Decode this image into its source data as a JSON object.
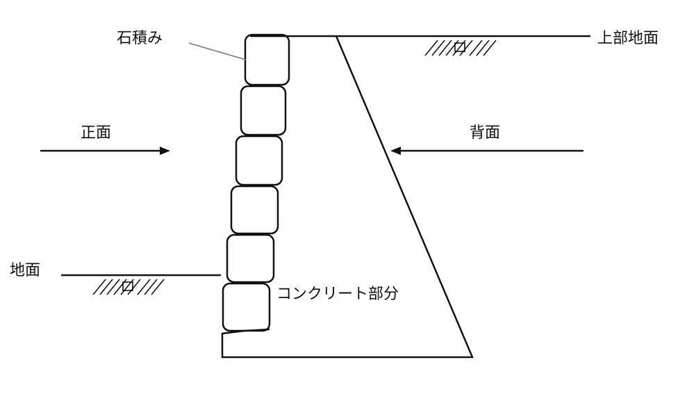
{
  "labels": {
    "stone_masonry": "石積み",
    "upper_ground": "上部地面",
    "front": "正面",
    "back": "背面",
    "ground": "地面",
    "concrete_part": "コンクリート部分"
  }
}
